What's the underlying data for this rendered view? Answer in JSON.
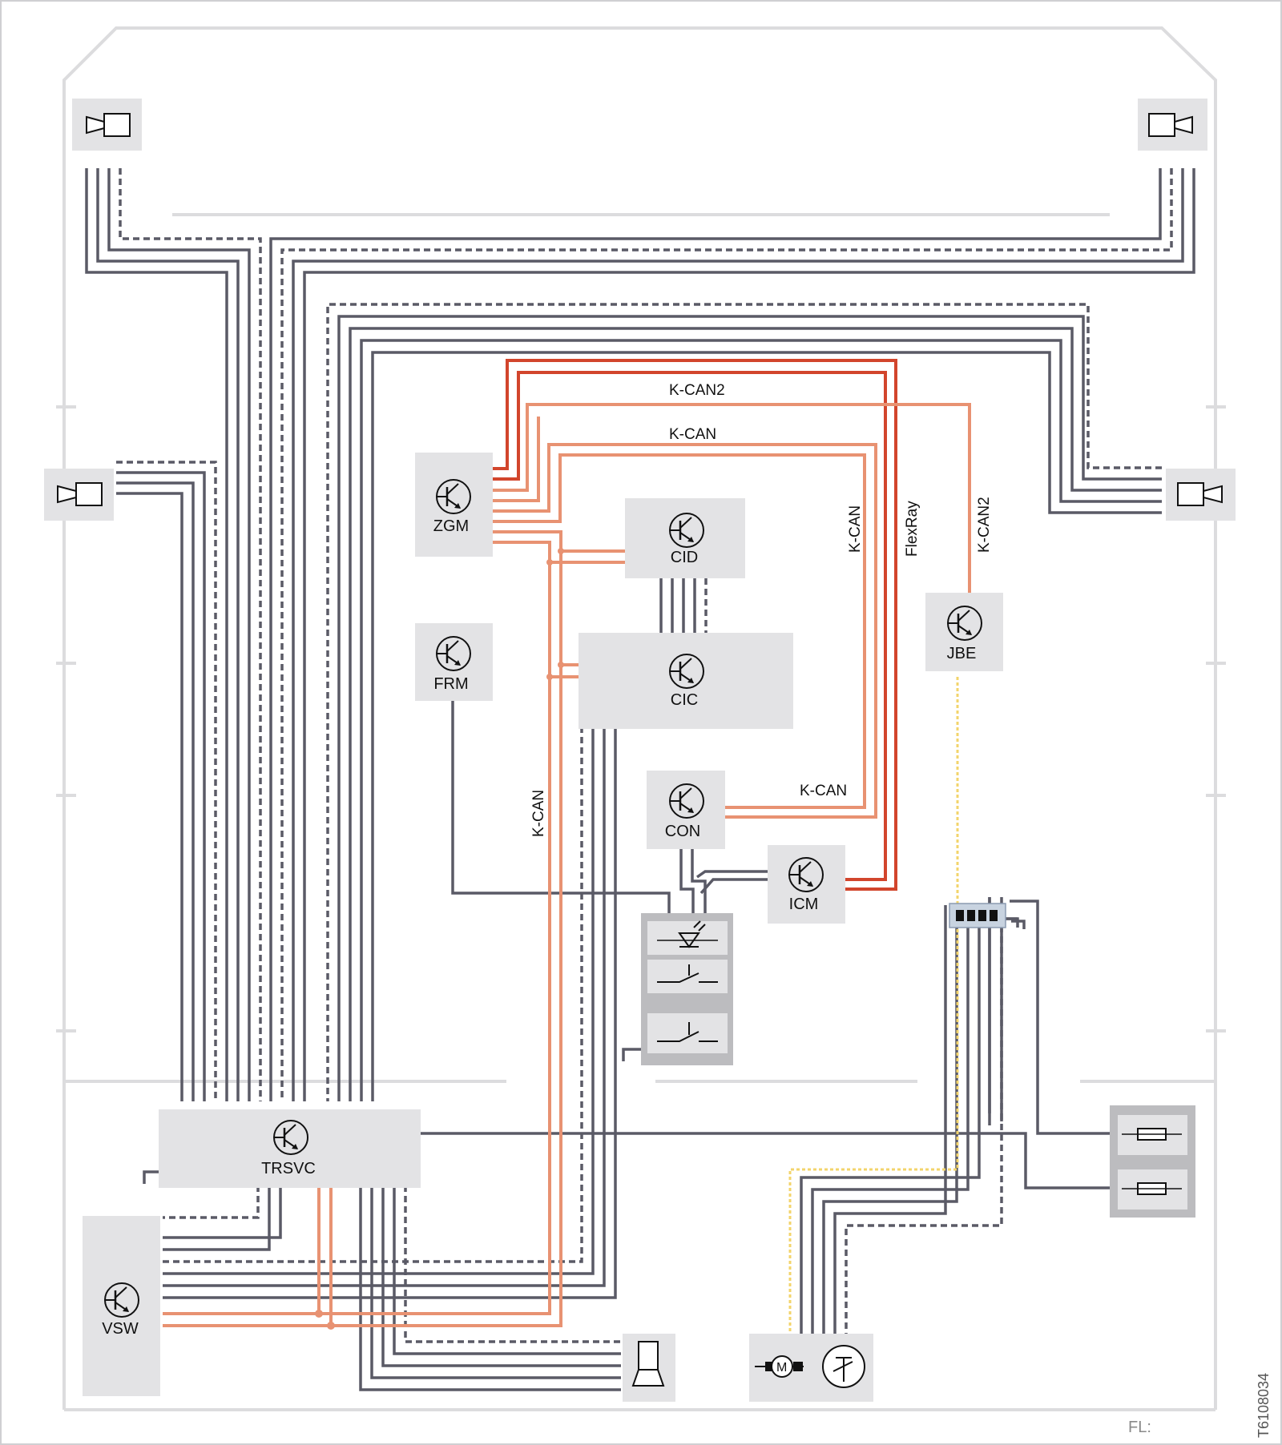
{
  "modules": {
    "zgm": "ZGM",
    "cid": "CID",
    "frm": "FRM",
    "cic": "CIC",
    "jbe": "JBE",
    "con": "CON",
    "icm": "ICM",
    "trsvc": "TRSVC",
    "vsw": "VSW"
  },
  "bus_labels": {
    "kcan2_top": "K-CAN2",
    "kcan_top": "K-CAN",
    "kcan_vertical_right": "K-CAN",
    "flexray": "FlexRay",
    "kcan2_vertical": "K-CAN2",
    "kcan_con": "K-CAN",
    "kcan_left_vertical": "K-CAN"
  },
  "footer": {
    "fl": "FL:",
    "figure_id": "T6108034"
  },
  "colors": {
    "kcan_line": "#e89272",
    "flexray_line": "#d2452c",
    "wire_dark": "#5a5a66",
    "module_fill": "#e3e3e5",
    "outline": "#d4d4d6"
  }
}
